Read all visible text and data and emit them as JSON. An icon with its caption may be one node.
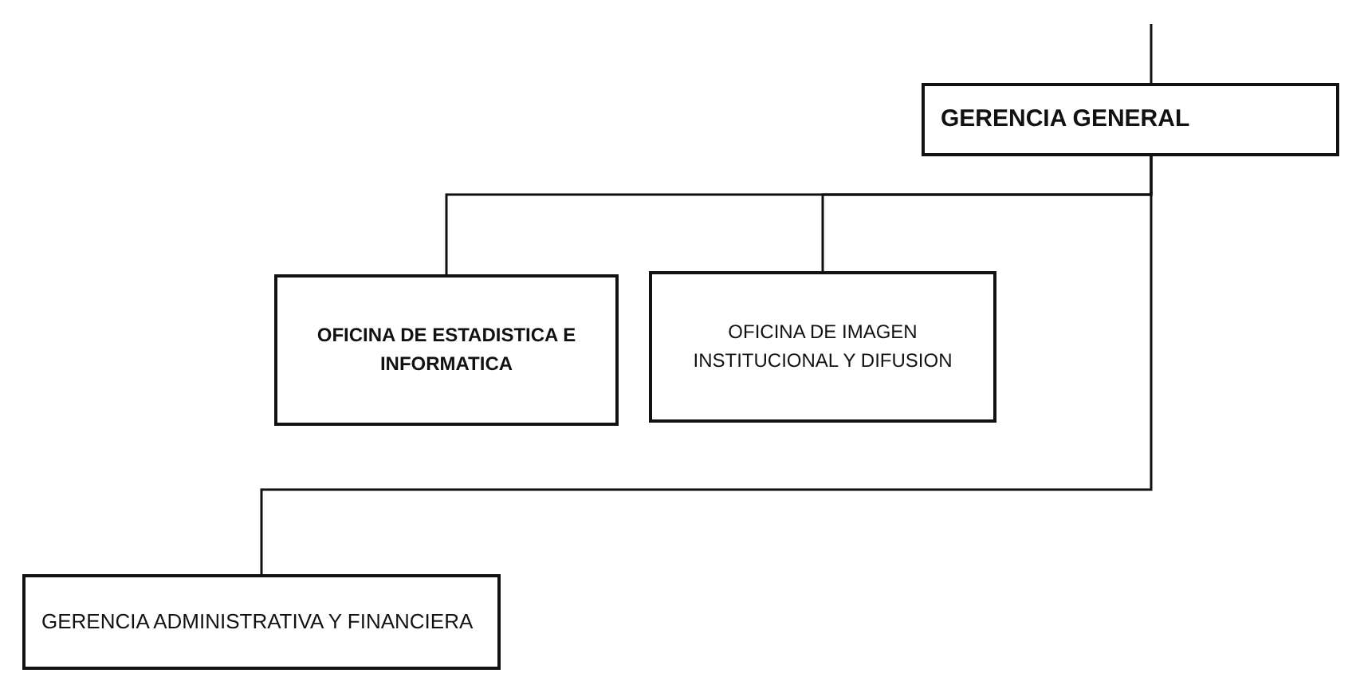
{
  "diagram": {
    "nodes": [
      {
        "text": [
          "GERENCIA GENERAL"
        ]
      },
      {
        "text": [
          "OFICINA DE ESTADISTICA E INFORMATICA"
        ]
      },
      {
        "text": [
          "OFICINA DE IMAGEN INSTITUCIONAL Y DIFUSION"
        ]
      },
      {
        "text": [
          "GERENCIA ADMINISTRATIVA Y FINANCIERA"
        ]
      }
    ],
    "edges": [
      {
        "from": null,
        "to": 0,
        "arrow": "none"
      },
      {
        "from": 0,
        "to": 1,
        "arrow": "none"
      },
      {
        "from": 0,
        "to": 2,
        "arrow": "none"
      },
      {
        "from": 0,
        "to": 3,
        "arrow": "none"
      }
    ]
  }
}
